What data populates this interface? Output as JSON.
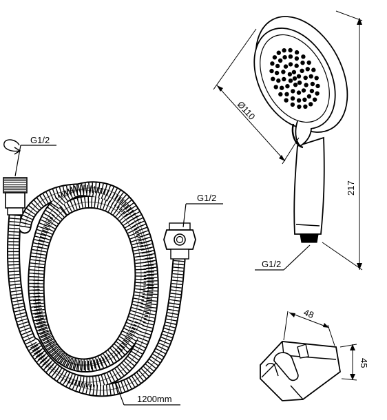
{
  "labels": {
    "hose_inlet_thread": "G1/2",
    "hose_outlet_thread": "G1/2",
    "hose_length": "1200mm",
    "head_diameter": "Ø110",
    "handshower_length": "217",
    "handshower_thread": "G1/2",
    "holder_width": "48",
    "holder_height": "45"
  },
  "colors": {
    "line": "#000000",
    "background": "#ffffff"
  }
}
